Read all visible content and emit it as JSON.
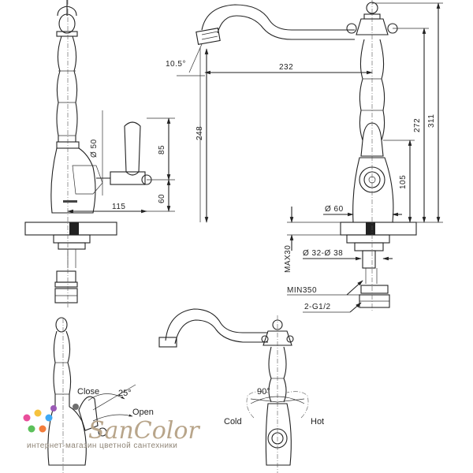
{
  "dimensions": {
    "angle_spout": "10.5°",
    "reach": "232",
    "spout_height": "248",
    "total_height": "311",
    "lever_height": "272",
    "handle_height": "105",
    "body_diameter": "Ø 50",
    "lever_above": "85",
    "lever_base": "60",
    "lever_projection": "115",
    "base_diameter": "Ø 60",
    "hole_diameter": "Ø 32-Ø 38",
    "max_thickness": "MAX30",
    "hose_length": "MIN350",
    "thread": "2-G1/2"
  },
  "operation": {
    "close_label": "Close",
    "open_label": "Open",
    "open_angle": "25°",
    "rotate_angle": "90°",
    "cold_label": "Cold",
    "hot_label": "Hot"
  },
  "watermark": {
    "brand": "SanColor",
    "tagline": "интернет-магазин цветной сантехники"
  }
}
